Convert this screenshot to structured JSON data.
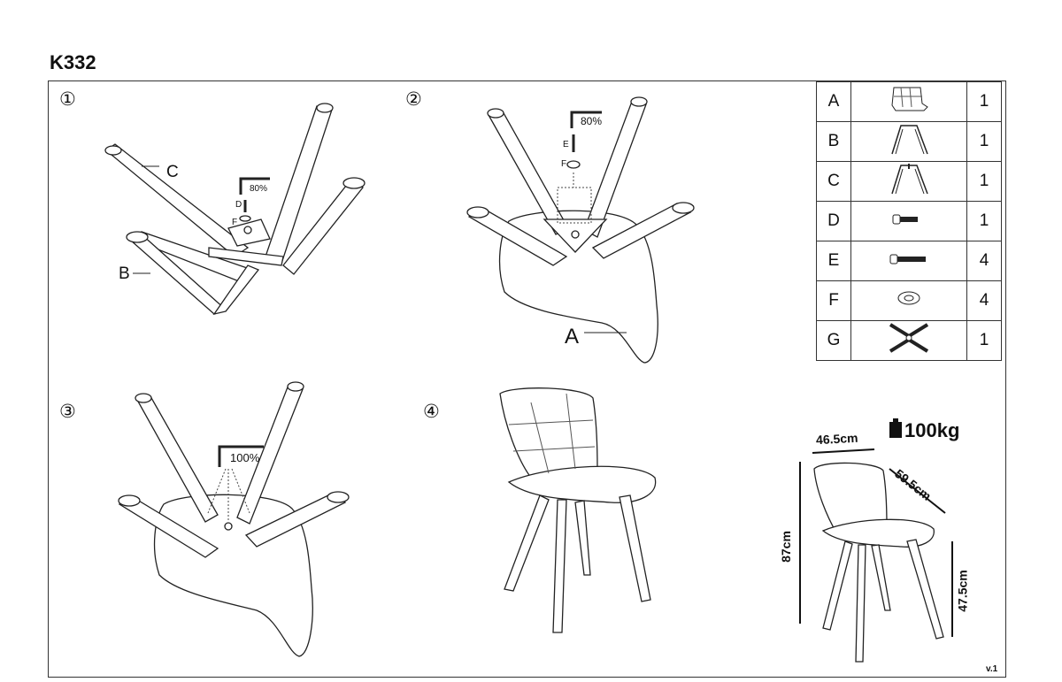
{
  "title": "K332",
  "steps": {
    "s1": "①",
    "s2": "②",
    "s3": "③",
    "s4": "④"
  },
  "step1": {
    "label_c": "C",
    "label_b": "B",
    "torque": "80%",
    "label_d": "D",
    "label_f": "F"
  },
  "step2": {
    "label_a": "A",
    "torque": "80%",
    "label_e": "E",
    "label_f": "F"
  },
  "step3": {
    "torque": "100%"
  },
  "parts": [
    {
      "letter": "A",
      "icon": "seat-icon",
      "qty": "1"
    },
    {
      "letter": "B",
      "icon": "leg-frame-b-icon",
      "qty": "1"
    },
    {
      "letter": "C",
      "icon": "leg-frame-c-icon",
      "qty": "1"
    },
    {
      "letter": "D",
      "icon": "short-bolt-icon",
      "qty": "1"
    },
    {
      "letter": "E",
      "icon": "long-bolt-icon",
      "qty": "4"
    },
    {
      "letter": "F",
      "icon": "washer-icon",
      "qty": "4"
    },
    {
      "letter": "G",
      "icon": "cross-bracket-icon",
      "qty": "1"
    }
  ],
  "dimensions": {
    "width": "46.5cm",
    "depth": "59.5cm",
    "height": "87cm",
    "seat_height": "47.5cm",
    "max_load": "100kg"
  },
  "version": "v.1"
}
